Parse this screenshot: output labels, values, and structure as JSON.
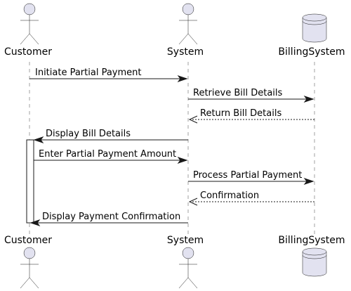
{
  "participants": [
    {
      "id": "customer",
      "name": "Customer",
      "kind": "actor"
    },
    {
      "id": "system",
      "name": "System",
      "kind": "actor"
    },
    {
      "id": "billing",
      "name": "BillingSystem",
      "kind": "database"
    }
  ],
  "messages": [
    {
      "from": "customer",
      "to": "system",
      "label": "Initiate Partial Payment",
      "style": "solid"
    },
    {
      "from": "system",
      "to": "billing",
      "label": "Retrieve Bill Details",
      "style": "solid"
    },
    {
      "from": "billing",
      "to": "system",
      "label": "Return Bill Details",
      "style": "dashed"
    },
    {
      "from": "system",
      "to": "customer",
      "label": "Display Bill Details",
      "style": "solid"
    },
    {
      "from": "customer",
      "to": "system",
      "label": "Enter Partial Payment Amount",
      "style": "solid"
    },
    {
      "from": "system",
      "to": "billing",
      "label": "Process Partial Payment",
      "style": "solid"
    },
    {
      "from": "billing",
      "to": "system",
      "label": "Confirmation",
      "style": "dashed"
    },
    {
      "from": "system",
      "to": "customer",
      "label": "Display Payment Confirmation",
      "style": "solid"
    }
  ],
  "colors": {
    "participant_fill": "#E2E2F0",
    "line": "#181818",
    "lifeline": "#a0a0a0"
  }
}
